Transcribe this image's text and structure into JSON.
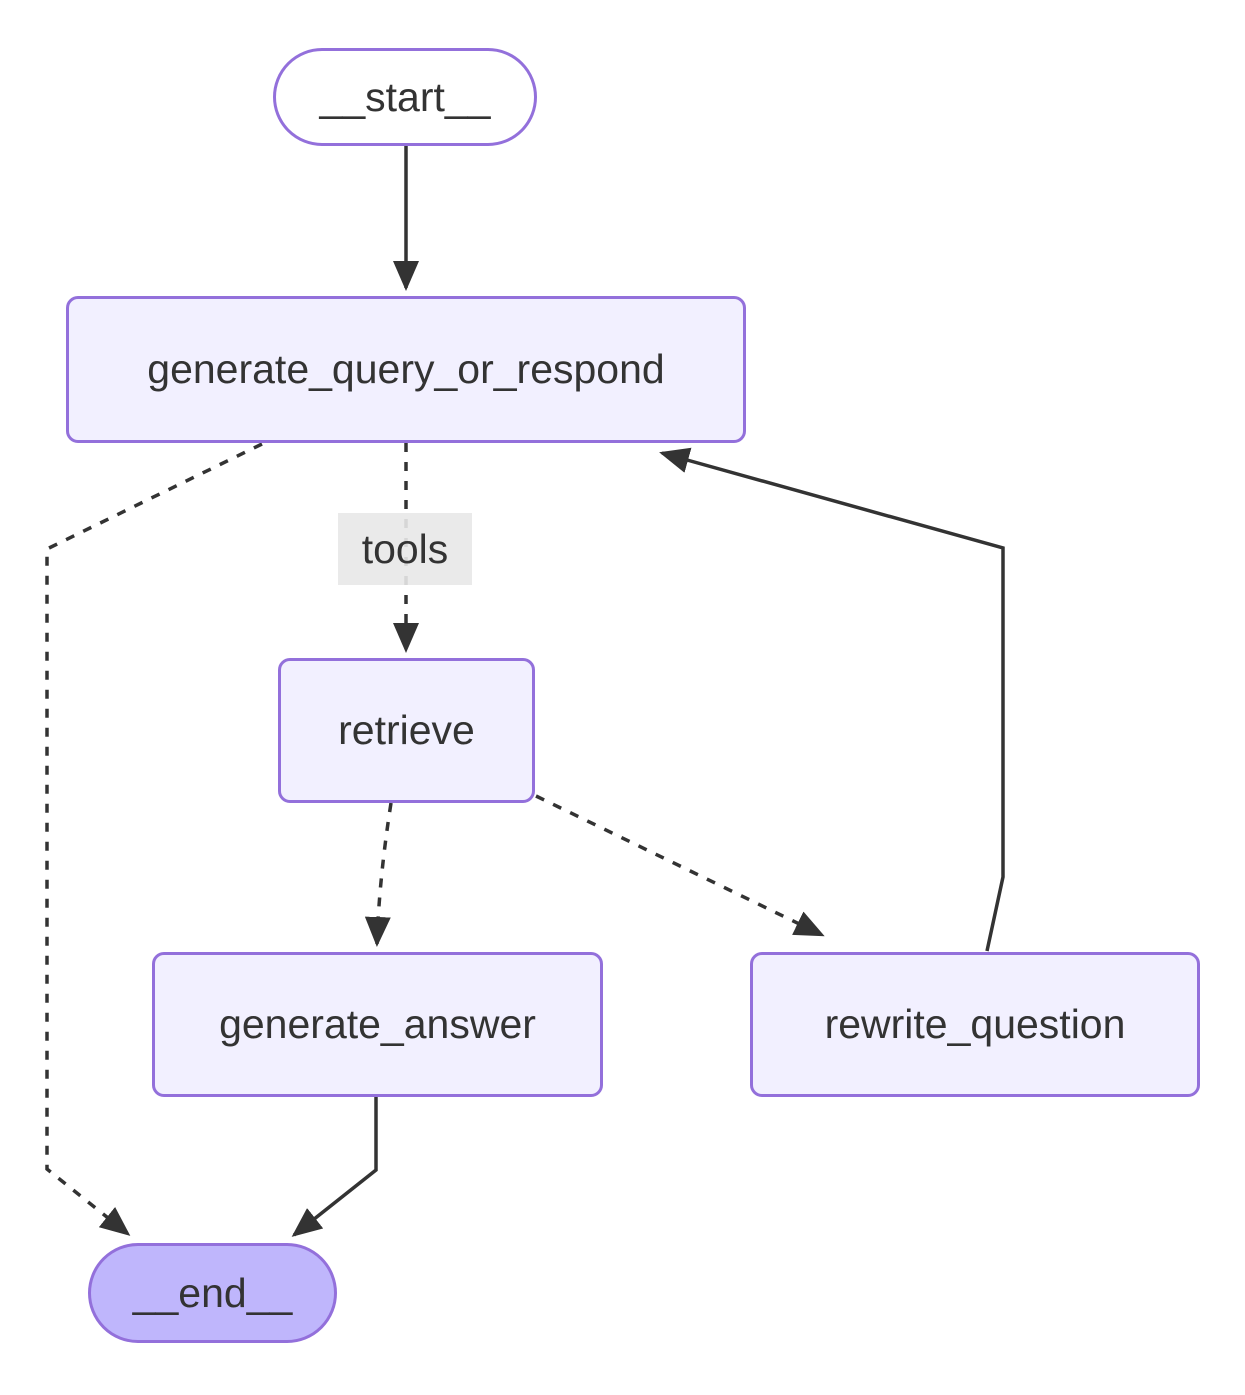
{
  "diagram": {
    "kind": "flowchart",
    "direction": "top-down",
    "nodes": [
      {
        "id": "__start__",
        "label": "__start__",
        "shape": "stadium",
        "role": "start"
      },
      {
        "id": "generate_query_or_respond",
        "label": "generate_query_or_respond",
        "shape": "rounded-rect",
        "role": "process"
      },
      {
        "id": "retrieve",
        "label": "retrieve",
        "shape": "rounded-rect",
        "role": "process"
      },
      {
        "id": "generate_answer",
        "label": "generate_answer",
        "shape": "rounded-rect",
        "role": "process"
      },
      {
        "id": "rewrite_question",
        "label": "rewrite_question",
        "shape": "rounded-rect",
        "role": "process"
      },
      {
        "id": "__end__",
        "label": "__end__",
        "shape": "stadium",
        "role": "end"
      }
    ],
    "edges": [
      {
        "from": "__start__",
        "to": "generate_query_or_respond",
        "style": "solid",
        "label": ""
      },
      {
        "from": "generate_query_or_respond",
        "to": "retrieve",
        "style": "dashed",
        "label": "tools"
      },
      {
        "from": "generate_query_or_respond",
        "to": "__end__",
        "style": "dashed",
        "label": ""
      },
      {
        "from": "retrieve",
        "to": "generate_answer",
        "style": "dashed",
        "label": ""
      },
      {
        "from": "retrieve",
        "to": "rewrite_question",
        "style": "dashed",
        "label": ""
      },
      {
        "from": "generate_answer",
        "to": "__end__",
        "style": "solid",
        "label": ""
      },
      {
        "from": "rewrite_question",
        "to": "generate_query_or_respond",
        "style": "solid",
        "label": ""
      }
    ],
    "colors": {
      "node_fill": "#f2f0ff",
      "node_border": "#9370db",
      "start_fill": "#ffffff",
      "end_fill": "#bfb6fc",
      "edge_stroke": "#333333",
      "text": "#333333",
      "edge_label_bg": "#e8e8e8"
    }
  }
}
